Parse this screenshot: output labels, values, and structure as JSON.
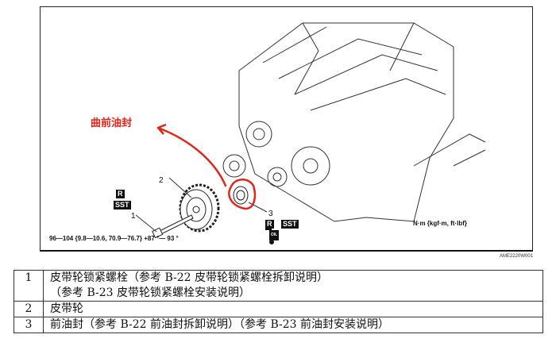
{
  "diagram": {
    "annotation_red": "曲前油封",
    "callouts": [
      "1",
      "2",
      "3"
    ],
    "badges": {
      "r": "R",
      "sst": "SST",
      "oil": "OIL"
    },
    "torque_spec": "96—104 {9.8—10.6, 70.9—76.7} +87 °— 93 °",
    "units": "N·m {kgf·m, ft·lbf}",
    "figure_code": "AME2220W001"
  },
  "table": {
    "rows": [
      {
        "num": "1",
        "lines": [
          "皮带轮锁紧螺栓（参考 B-22 皮带轮锁紧螺栓拆卸说明）",
          "（参考 B-23 皮带轮锁紧螺栓安装说明）"
        ]
      },
      {
        "num": "2",
        "lines": [
          "皮带轮"
        ]
      },
      {
        "num": "3",
        "lines": [
          "前油封（参考 B-22 前油封拆卸说明）（参考 B-23 前油封安装说明）"
        ]
      }
    ]
  },
  "colors": {
    "annotation": "#e0261b"
  }
}
